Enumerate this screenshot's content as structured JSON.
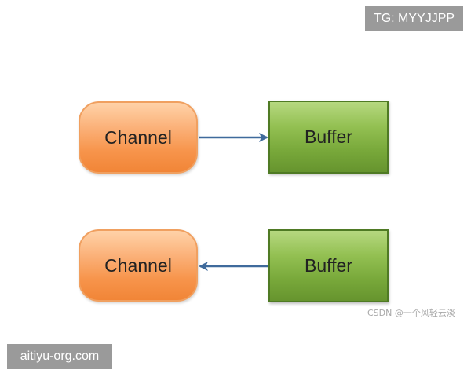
{
  "watermark_top": "TG: MYYJJPP",
  "watermark_bottom": "aitiyu-org.com",
  "credit": "CSDN @一个风轻云淡",
  "diagram": {
    "row1": {
      "left_label": "Channel",
      "right_label": "Buffer",
      "arrow_direction": "left-to-right"
    },
    "row2": {
      "left_label": "Channel",
      "right_label": "Buffer",
      "arrow_direction": "right-to-left"
    }
  },
  "colors": {
    "channel_fill": "#f7944b",
    "buffer_fill": "#78a83a",
    "arrow": "#3f6a9c"
  }
}
